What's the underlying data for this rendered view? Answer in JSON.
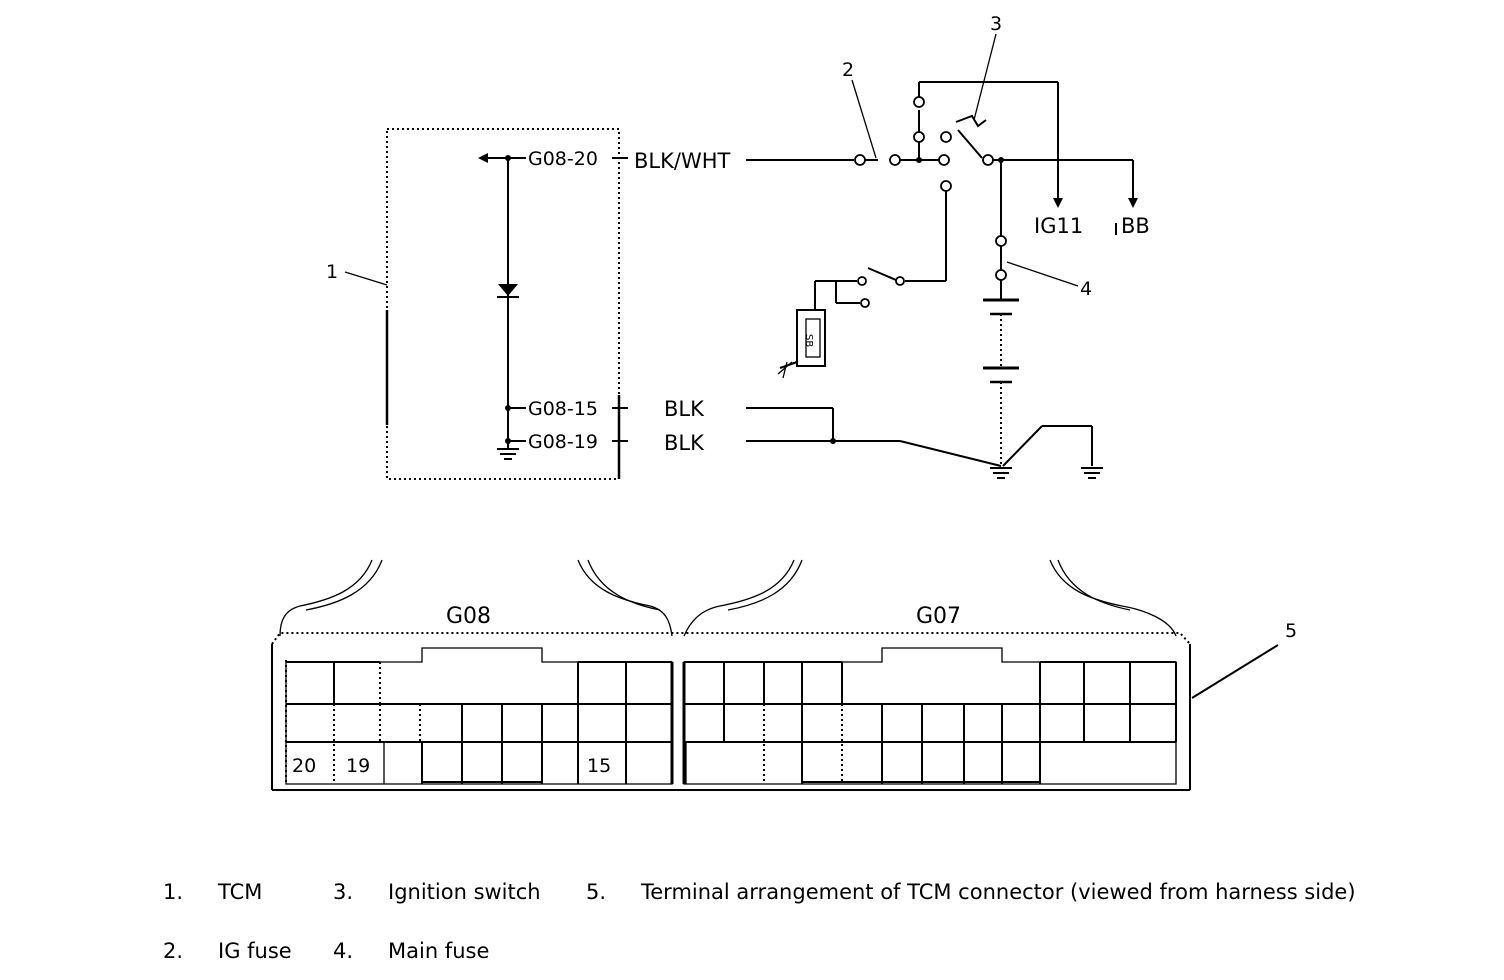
{
  "callouts": {
    "c1": "1",
    "c2": "2",
    "c3": "3",
    "c4": "4",
    "c5": "5"
  },
  "tcm_pins": {
    "p20": "G08-20",
    "p15": "G08-15",
    "p19": "G08-19"
  },
  "wires": {
    "w20": "BLK/WHT",
    "w15": "BLK",
    "w19": "BLK"
  },
  "outputs": {
    "ig11": "IG11",
    "bb": "BB"
  },
  "connectors": {
    "g08": "G08",
    "g07": "G07"
  },
  "terminal_numbers": {
    "t20": "20",
    "t19": "19",
    "t15": "15"
  },
  "legend": [
    {
      "num": "1.",
      "text": "TCM"
    },
    {
      "num": "3.",
      "text": "Ignition switch"
    },
    {
      "num": "5.",
      "text": "Terminal arrangement of TCM connector (viewed from harness side)"
    },
    {
      "num": "2.",
      "text": "IG fuse"
    },
    {
      "num": "4.",
      "text": "Main fuse"
    }
  ]
}
